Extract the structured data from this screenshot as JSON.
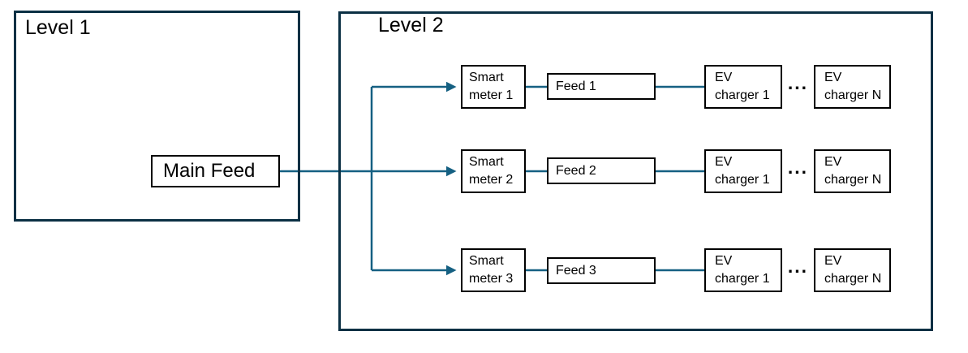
{
  "colors": {
    "level_border": "#0b3044",
    "connector": "#156082",
    "box_border": "#000000",
    "text": "#000000",
    "background": "#ffffff"
  },
  "level1": {
    "label": "Level 1",
    "main_feed_label": "Main Feed"
  },
  "level2": {
    "label": "Level 2",
    "rows": [
      {
        "smart_meter": "Smart\nmeter 1",
        "feed": "Feed 1",
        "ev_first": "EV\ncharger 1",
        "dots": "...",
        "ev_last": "EV\ncharger N"
      },
      {
        "smart_meter": "Smart\nmeter 2",
        "feed": "Feed 2",
        "ev_first": "EV\ncharger 1",
        "dots": "...",
        "ev_last": "EV\ncharger N"
      },
      {
        "smart_meter": "Smart\nmeter 3",
        "feed": "Feed 3",
        "ev_first": "EV\ncharger 1",
        "dots": "...",
        "ev_last": "EV\ncharger N"
      }
    ]
  }
}
